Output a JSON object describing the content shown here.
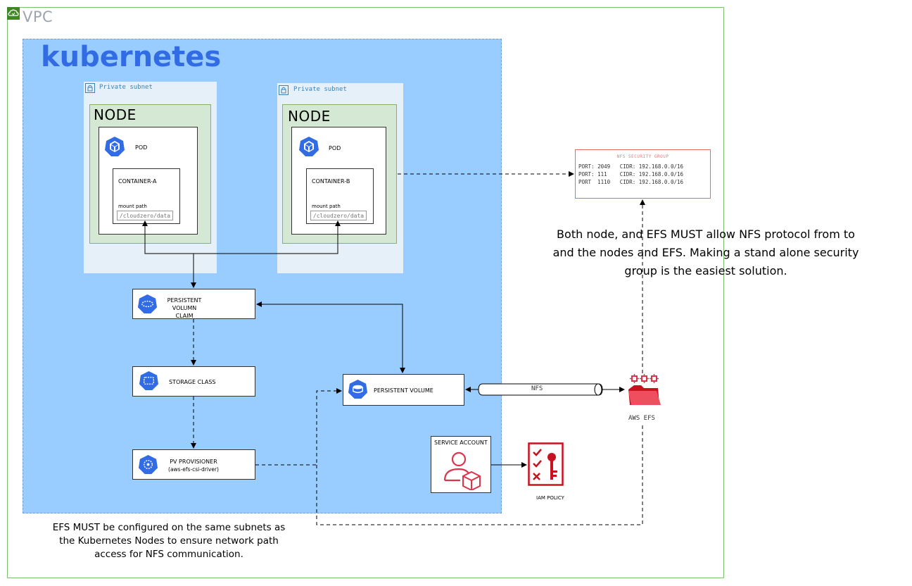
{
  "vpc": {
    "label": "VPC"
  },
  "kubernetes": {
    "label": "kubernetes"
  },
  "subnets": [
    {
      "label": "Private subnet"
    },
    {
      "label": "Private subnet"
    }
  ],
  "nodes": [
    {
      "label": "NODE",
      "pod": "POD",
      "container": "CONTAINER-A",
      "mount_label": "mount path",
      "mount_path": "/cloudzero/data"
    },
    {
      "label": "NODE",
      "pod": "POD",
      "container": "CONTAINER-B",
      "mount_label": "mount path",
      "mount_path": "/cloudzero/data"
    }
  ],
  "pvc": {
    "line1": "PERSISTENT VOLUMN",
    "line2": "CLAIM"
  },
  "storage_class": {
    "label": "STORAGE CLASS"
  },
  "provisioner": {
    "line1": "PV PROVISIONER",
    "line2": "(aws-efs-csi-driver)"
  },
  "pv": {
    "label": "PERSISTENT VOLUME"
  },
  "nfs": {
    "label": "NFS"
  },
  "efs": {
    "label": "AWS EFS"
  },
  "service_account": {
    "label": "SERVICE ACCOUNT"
  },
  "iam": {
    "label": "IAM POLICY"
  },
  "security_group": {
    "title": "NFS SECURITY GROUP",
    "rows": [
      "PORT: 2049   CIDR: 192.168.0.0/16",
      "PORT: 111    CIDR: 192.168.0.0/16",
      "PORT  1110   CIDR: 192.168.0.0/16"
    ]
  },
  "notes": {
    "security": [
      "Both node, and EFS MUST allow NFS protocol from to",
      "and the nodes and EFS. Making a stand alone security",
      "group is the easiest solution."
    ],
    "subnets": [
      "EFS MUST be configured on the same subnets as",
      "the Kubernetes Nodes to ensure network path",
      "access for NFS communication."
    ]
  },
  "colors": {
    "k8s_blue": "#326ce5",
    "efs_red": "#dd344c",
    "vpc_green": "#3f8624",
    "node_green": "#d5e8d4"
  }
}
